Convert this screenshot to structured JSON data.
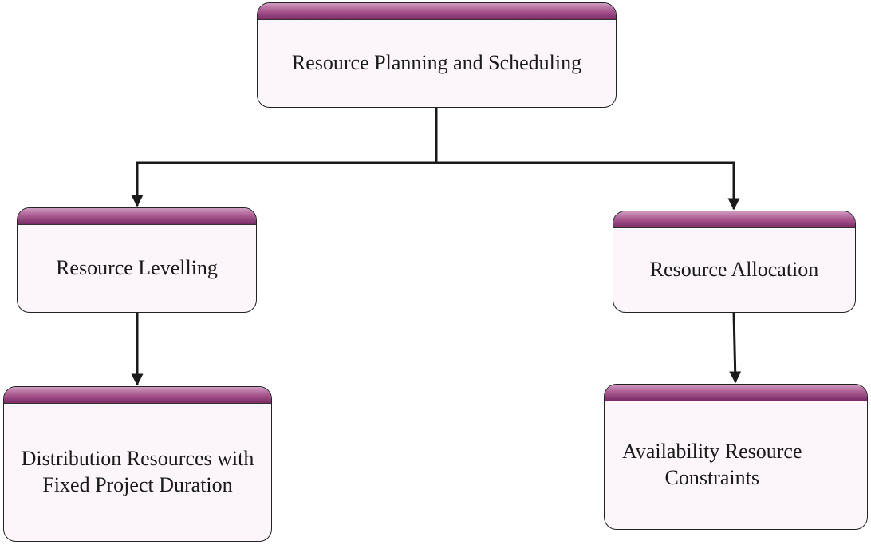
{
  "diagram": {
    "root": {
      "label": "Resource Planning and Scheduling"
    },
    "levelling": {
      "label": "Resource Levelling"
    },
    "allocation": {
      "label": "Resource Allocation"
    },
    "distribution": {
      "label": "Distribution Resources with\nFixed Project Duration"
    },
    "availability": {
      "label": "Availability Resource\nConstraints"
    },
    "edges": [
      {
        "from": "root",
        "to": "levelling"
      },
      {
        "from": "root",
        "to": "allocation"
      },
      {
        "from": "levelling",
        "to": "distribution"
      },
      {
        "from": "allocation",
        "to": "availability"
      }
    ]
  },
  "colors": {
    "header_bar": "#a8568e",
    "node_fill": "#fcf5f9",
    "line": "#1a1a1a"
  }
}
